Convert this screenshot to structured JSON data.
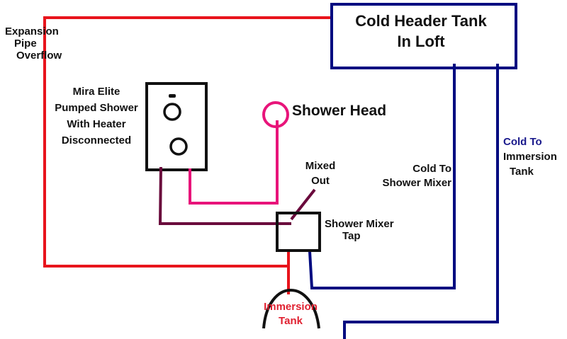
{
  "colors": {
    "hot_red": "#e8141c",
    "cold_blue": "#000a80",
    "mixed_maroon": "#6a0a3c",
    "shower_pink": "#e8147a",
    "outline_black": "#111111",
    "label_blue": "#1a1a8c",
    "label_red": "#e02030"
  },
  "labels": {
    "expansion": [
      "Expansion",
      "Pipe",
      "Overflow"
    ],
    "header_tank": [
      "Cold Header Tank",
      "In Loft"
    ],
    "pumped_shower": [
      "Mira Elite",
      "Pumped Shower",
      "With Heater",
      "Disconnected"
    ],
    "shower_head": "Shower Head",
    "mixed_out": [
      "Mixed",
      "Out"
    ],
    "mixer_tap": [
      "Shower Mixer",
      "Tap"
    ],
    "cold_to_mixer": [
      "Cold To",
      "Shower Mixer"
    ],
    "cold_to_immersion": [
      "Cold To",
      "Immersion",
      "Tank"
    ],
    "immersion_tank": [
      "Immersion",
      "Tank"
    ]
  },
  "components": [
    {
      "id": "header-tank",
      "type": "tank",
      "name": "Cold Header Tank In Loft"
    },
    {
      "id": "pumped-shower",
      "type": "shower-unit",
      "name": "Mira Elite Pumped Shower"
    },
    {
      "id": "shower-head",
      "type": "shower-head",
      "name": "Shower Head"
    },
    {
      "id": "mixer-tap",
      "type": "tap",
      "name": "Shower Mixer Tap"
    },
    {
      "id": "immersion-tank",
      "type": "cylinder",
      "name": "Immersion Tank"
    }
  ],
  "pipes": [
    {
      "id": "expansion-overflow",
      "color": "hot_red",
      "from": "immersion-tank",
      "to": "header-tank"
    },
    {
      "id": "hot-to-mixer",
      "color": "hot_red",
      "from": "immersion-tank",
      "to": "mixer-tap"
    },
    {
      "id": "cold-to-mixer",
      "color": "cold_blue",
      "from": "header-tank",
      "to": "mixer-tap"
    },
    {
      "id": "cold-to-immersion",
      "color": "cold_blue",
      "from": "header-tank",
      "to": "immersion-tank"
    },
    {
      "id": "mixed-out",
      "color": "mixed_maroon",
      "from": "mixer-tap",
      "to": "pumped-shower"
    },
    {
      "id": "pump-to-head",
      "color": "shower_pink",
      "from": "pumped-shower",
      "to": "shower-head"
    }
  ]
}
